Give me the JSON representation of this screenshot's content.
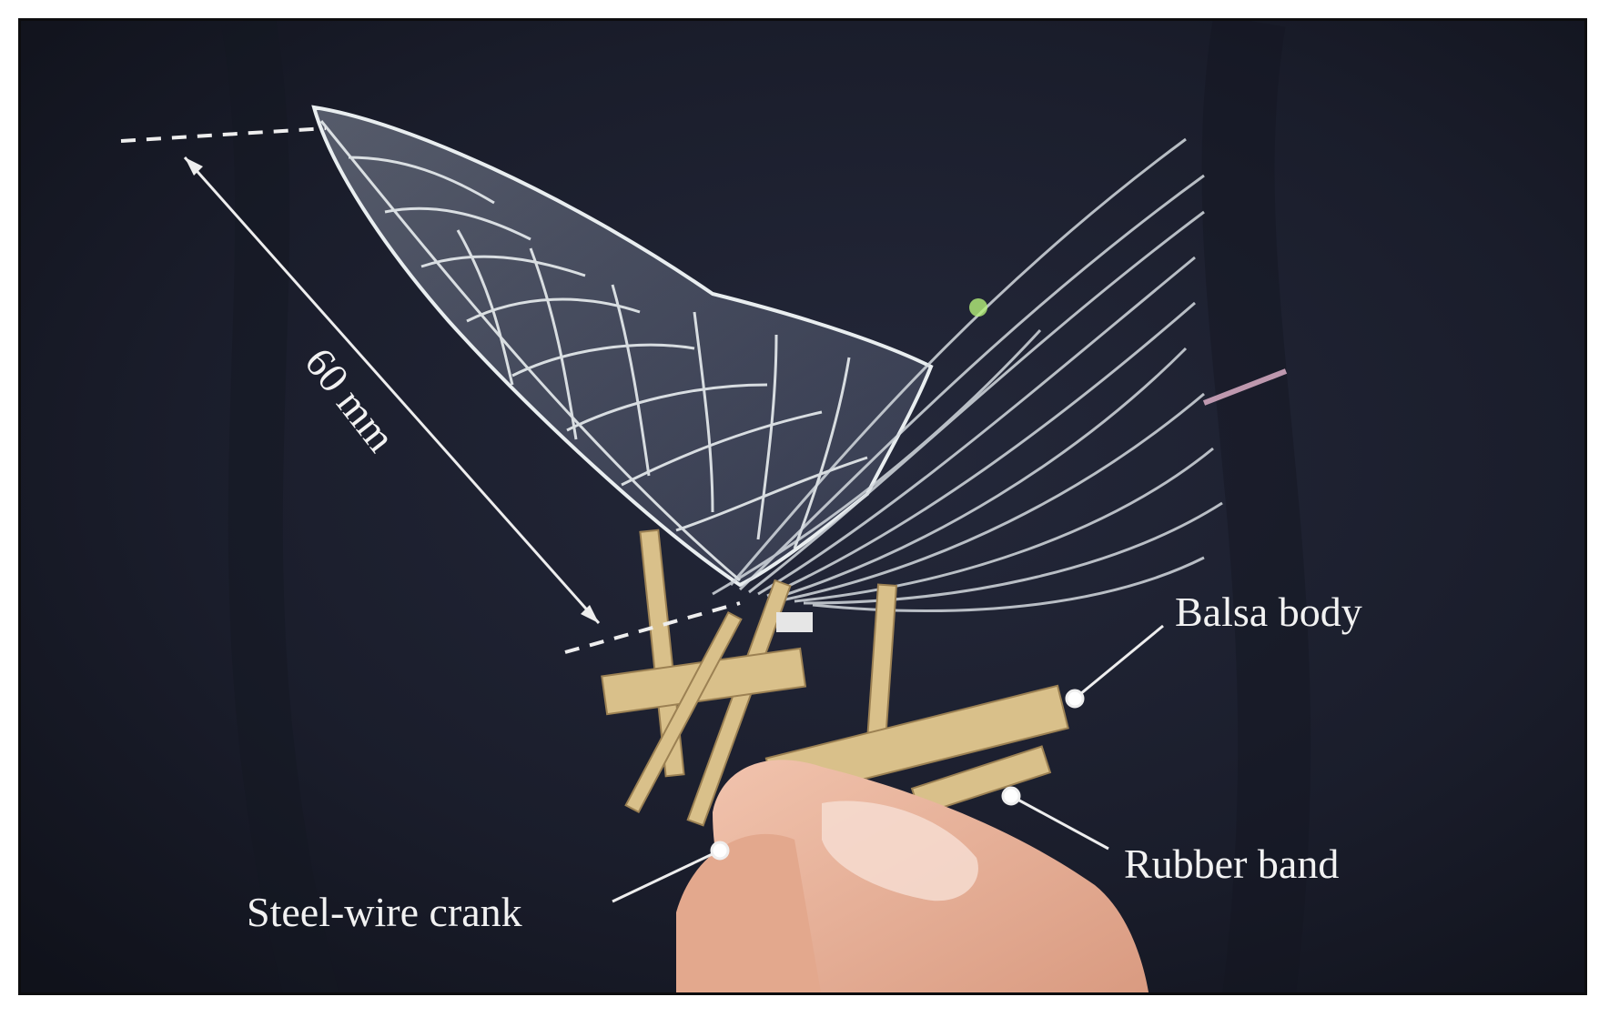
{
  "annotations": {
    "dimension": "60 mm",
    "balsa_body": "Balsa body",
    "rubber_band": "Rubber band",
    "steel_wire_crank": "Steel-wire crank"
  },
  "colors": {
    "background": "#1a1d2b",
    "wing_vein": "#e9eef0",
    "balsa": "#d9c08a",
    "skin": "#e9b49a",
    "label": "#f2f2f2"
  }
}
